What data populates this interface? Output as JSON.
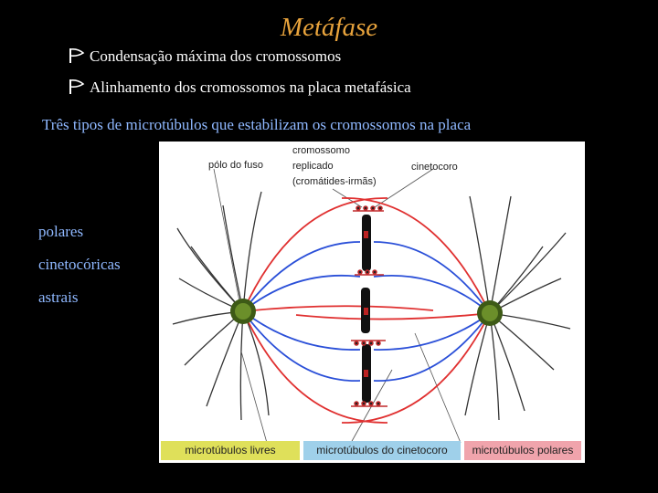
{
  "slide": {
    "title": "Metáfase",
    "bullets": [
      "Condensação máxima dos cromossomos",
      "Alinhamento dos cromossomos na placa metafásica"
    ],
    "subtitle": "Três tipos de microtúbulos que estabilizam os cromossomos na placa",
    "types": [
      "polares",
      "cinetocóricas",
      "astrais"
    ]
  },
  "diagram": {
    "labels": {
      "pole": "pólo do fuso",
      "chromosome_line1": "cromossomo",
      "chromosome_line2": "replicado",
      "chromosome_line3": "(cromátides-irmãs)",
      "kinetochore": "cinetocoro"
    },
    "legend": {
      "free": "microtúbulos livres",
      "kinetochore": "microtúbulos do cinetocoro",
      "polar": "microtúbulos polares"
    },
    "colors": {
      "title": "#e8a33c",
      "blue_text": "#8fb8ff",
      "polar": "#e03030",
      "kinetochore_mt": "#2a4fd8",
      "free_mt": "#222222",
      "legend_free_bg": "#dfe05a",
      "legend_kinetochore_bg": "#9fd0ea",
      "legend_polar_bg": "#f0a4ac"
    }
  }
}
